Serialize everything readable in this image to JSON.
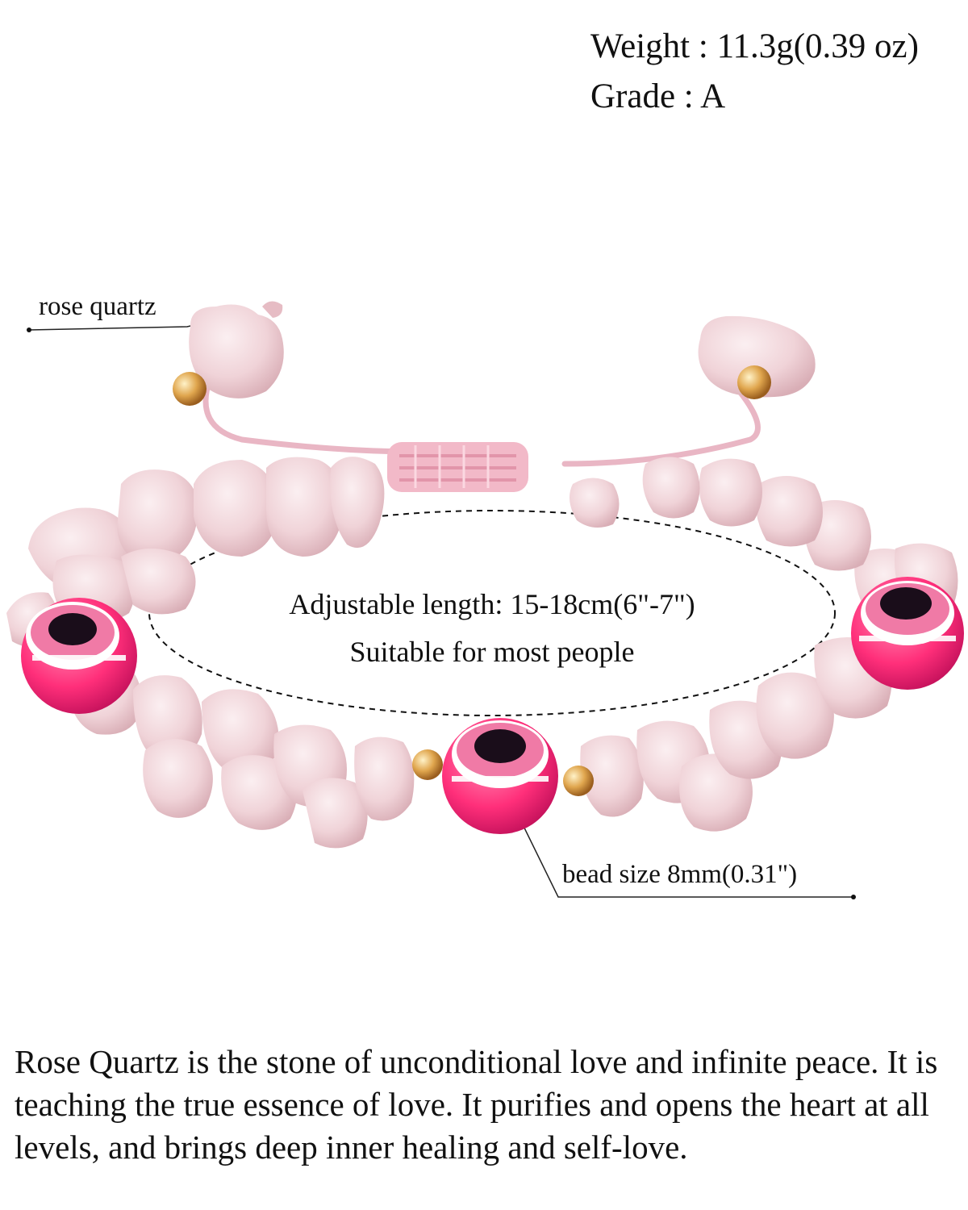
{
  "specs": {
    "weight": "Weight : 11.3g(0.39 oz)",
    "grade": "Grade : A"
  },
  "callouts": {
    "stone": "rose quartz",
    "bead_size": "bead size 8mm(0.31\")"
  },
  "center_text": {
    "length": "Adjustable length: 15-18cm(6\"-7\")",
    "suitability": "Suitable for most people"
  },
  "description": "Rose Quartz is the stone of unconditional love and infinite peace. It is teaching the true essence of love. It purifies and opens the heart at all levels, and brings deep inner healing and self-love.",
  "colors": {
    "background": "#ffffff",
    "quartz": "#f3d9dd",
    "quartz_shadow": "#d9aeb6",
    "cord": "#e9b6c4",
    "evil_eye_pink": "#ff2f7a",
    "gold": "#d9a04a"
  }
}
